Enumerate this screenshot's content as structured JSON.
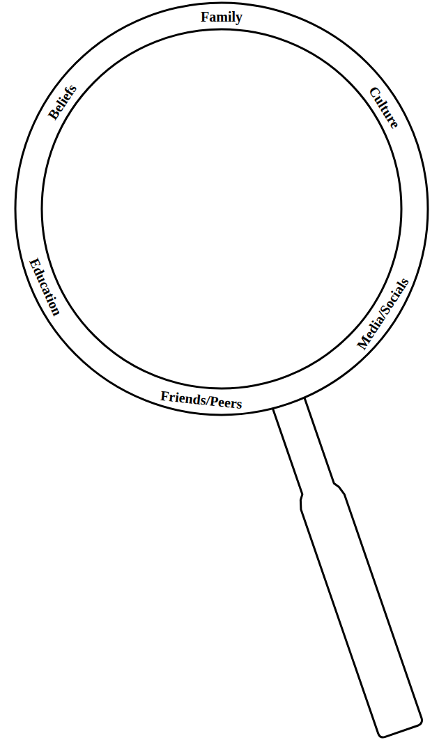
{
  "diagram": {
    "nodes": [
      {
        "text": [
          "Family",
          "Culture",
          "Media/Socials",
          "Friends/Peers",
          "Education",
          "Beliefs"
        ]
      }
    ]
  }
}
